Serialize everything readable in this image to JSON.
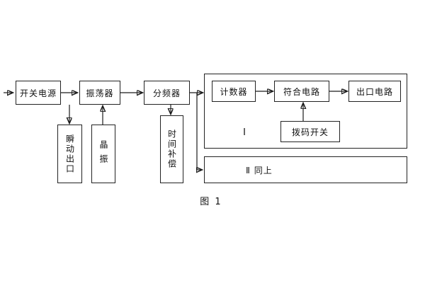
{
  "figure_caption": "图 1",
  "blocks": {
    "power": "开关电源",
    "oscillator": "振荡器",
    "divider": "分频器",
    "counter": "计数器",
    "coincidence": "符合电路",
    "output": "出口电路",
    "dip_switch": "拨码开关",
    "instant_output": "瞬动出口",
    "crystal": "晶振",
    "time_compensation": "时间补偿",
    "group1": "Ⅰ",
    "group2": "Ⅱ  同上"
  },
  "colors": {
    "line": "#1a1a1a",
    "background": "#ffffff"
  }
}
